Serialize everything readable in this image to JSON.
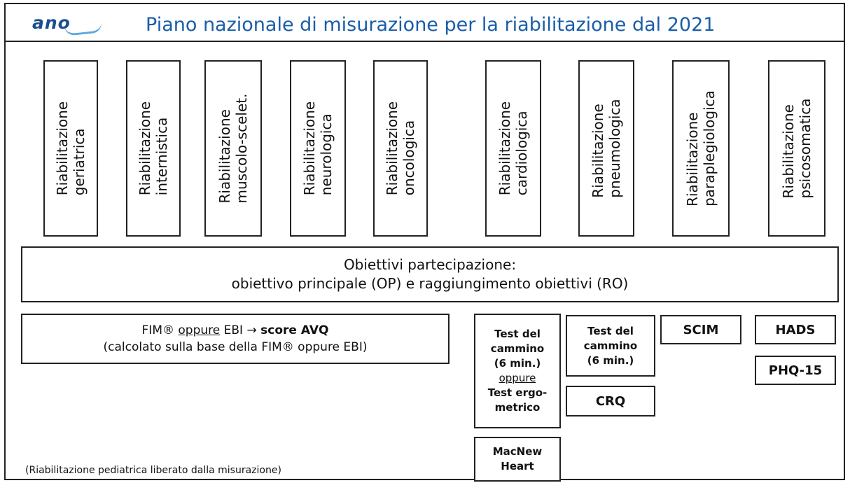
{
  "header": {
    "logo_text": "ano",
    "title": "Piano nazionale di misurazione per la riabilitazione dal 2021"
  },
  "categories": [
    {
      "line1": "Riabilitazione",
      "line2": "geriatrica"
    },
    {
      "line1": "Riabilitazione",
      "line2": "internistica"
    },
    {
      "line1": "Riabilitazione",
      "line2": "muscolo-scelet."
    },
    {
      "line1": "Riabilitazione",
      "line2": "neurologica"
    },
    {
      "line1": "Riabilitazione",
      "line2": "oncologica"
    },
    {
      "line1": "Riabilitazione",
      "line2": "cardiologica"
    },
    {
      "line1": "Riabilitazione",
      "line2": "pneumologica"
    },
    {
      "line1": "Riabilitazione",
      "line2": "paraplegiologica"
    },
    {
      "line1": "Riabilitazione",
      "line2": "psicosomatica"
    }
  ],
  "participation": {
    "title": "Obiettivi partecipazione:",
    "subtitle": "obiettivo principale (OP) e raggiungimento obiettivi (RO)"
  },
  "fim": {
    "part1": "FIM® ",
    "part2": "oppure",
    "part3": " EBI → ",
    "part4": "score AVQ",
    "line2": "(calcolato sulla base della FIM® oppure EBI)"
  },
  "cardio_test": {
    "l1": "Test del",
    "l2": "cammino",
    "l3": "(6 min.)",
    "l4": "oppure",
    "l5": "Test ergo-",
    "l6": "metrico"
  },
  "macnew": {
    "l1": "MacNew",
    "l2": "Heart"
  },
  "pneumo_test": {
    "l1": "Test del",
    "l2": "cammino",
    "l3": "(6 min.)"
  },
  "crq": "CRQ",
  "scim": "SCIM",
  "hads": "HADS",
  "phq": "PHQ-15",
  "footnote": "(Riabilitazione pediatrica liberato dalla misurazione)"
}
